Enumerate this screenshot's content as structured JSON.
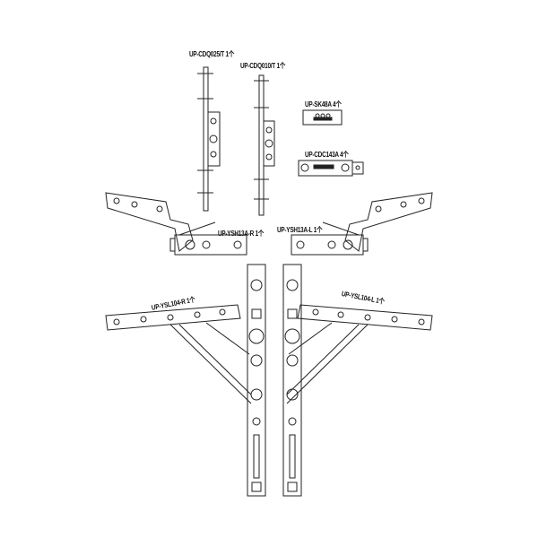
{
  "parts": [
    {
      "code": "UP-CDQ025/T",
      "qty": "1个"
    },
    {
      "code": "UP-CDQ010/T",
      "qty": "1个"
    },
    {
      "code": "UP-SK48A",
      "qty": "4个"
    },
    {
      "code": "UP-CDC143A",
      "qty": "4个"
    },
    {
      "code": "UP-YSH13A-R",
      "qty": "1个"
    },
    {
      "code": "UP-YSH13A-L",
      "qty": "1个"
    },
    {
      "code": "UP-YSL104-R",
      "qty": "1个"
    },
    {
      "code": "UP-YSL104-L",
      "qty": "1个"
    }
  ],
  "line_color": "#222222"
}
